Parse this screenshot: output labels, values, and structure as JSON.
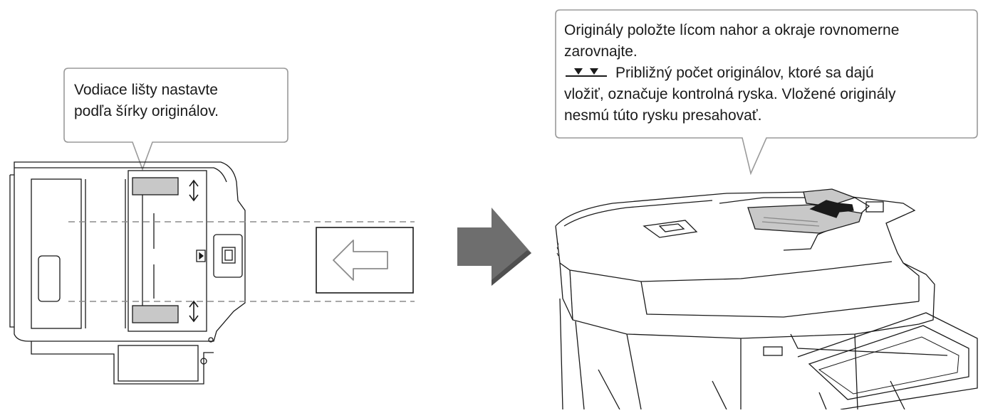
{
  "left_callout": {
    "line1": "Vodiace lišty nastavte",
    "line2": "podľa šírky originálov."
  },
  "right_callout": {
    "line1": "Originály položte lícom nahor a okraje rovnomerne",
    "line2": "zarovnajte.",
    "line3": "Približný počet originálov, ktoré sa dajú",
    "line4": "vložiť, označuje kontrolná ryska. Vložené originály",
    "line5": "nesmú túto rysku presahovať."
  },
  "colors": {
    "outline": "#1a1a1a",
    "callout_border": "#9a9a9a",
    "big_arrow": "#6e6e6e",
    "big_arrow_shade": "#4f4f4f",
    "paper_gray": "#c8c8c8",
    "guide_dash": "#8c8c8c"
  }
}
